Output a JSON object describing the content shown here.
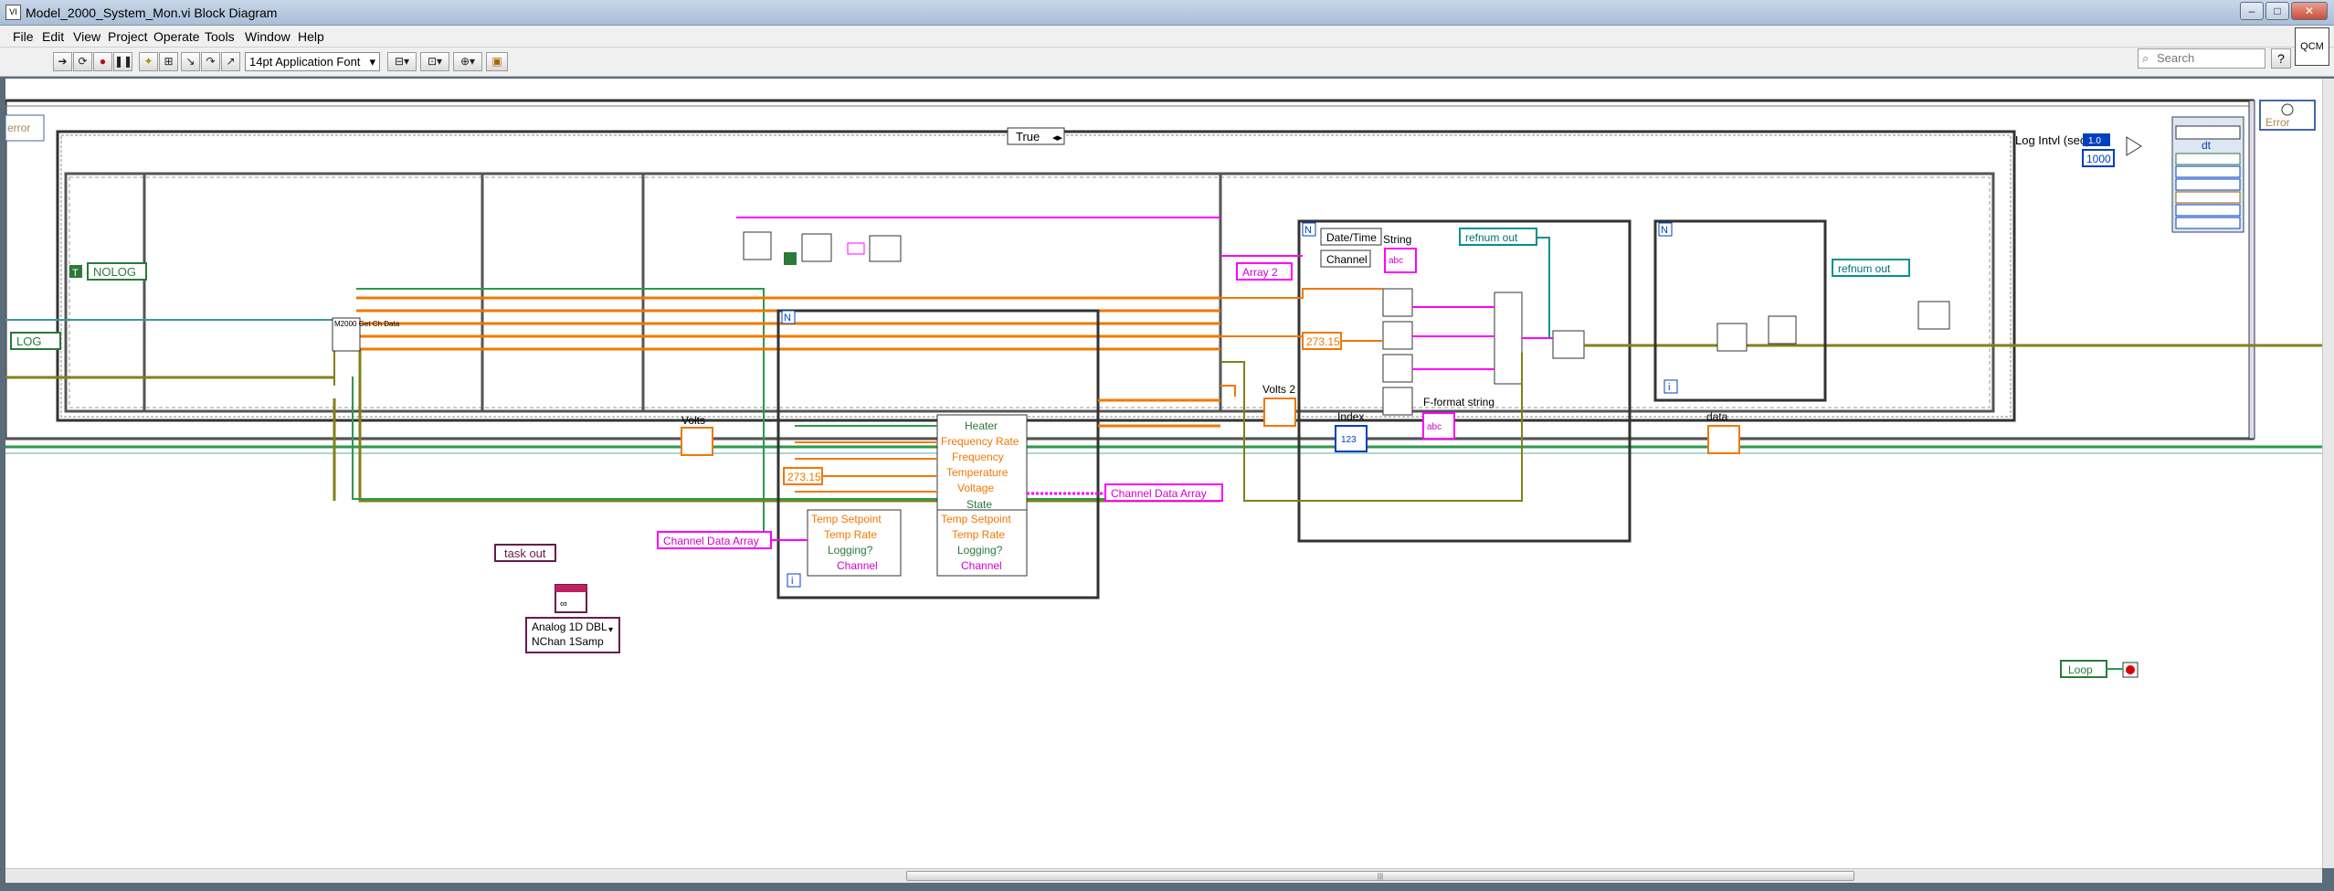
{
  "window": {
    "title": "Model_2000_System_Mon.vi Block Diagram",
    "app_icon": "VI",
    "minimize": "–",
    "maximize": "□",
    "close": "✕",
    "corner_tile": "QCM"
  },
  "menu": [
    "File",
    "Edit",
    "View",
    "Project",
    "Operate",
    "Tools",
    "Window",
    "Help"
  ],
  "toolbar": {
    "buttons": [
      "run-arrow-icon",
      "run-continuous-icon",
      "abort-icon",
      "pause-icon",
      "highlight-execution-icon",
      "retain-wire-values-icon",
      "step-into-icon",
      "step-over-icon",
      "step-out-icon",
      "align-icon",
      "distribute-icon",
      "reorder-icon",
      "cleanup-icon"
    ],
    "font_label": "14pt Application Font",
    "search_placeholder": "Search",
    "help_label": "?"
  },
  "diagram": {
    "case_selector": "True",
    "left_error_label": "error",
    "log_label": "LOG",
    "nolog_label": "NOLOG",
    "bool_constant": "T",
    "get_data_node": "M2000 Get Ch Data",
    "task_out": "task out",
    "analog_select": [
      "Analog 1D DBL",
      "NChan 1Samp"
    ],
    "volts_label": "Volts",
    "constant_27315": "273.15",
    "channel_data_array_left": "Channel Data Array",
    "channel_data_array_right": "Channel Data Array",
    "bundle_top": [
      "Heater",
      "Frequency Rate",
      "Frequency",
      "Temperature",
      "Voltage",
      "State"
    ],
    "bundle_bottom_left": [
      "Temp Setpoint",
      "Temp Rate",
      "Logging?",
      "Channel"
    ],
    "bundle_bottom_right": [
      "Temp Setpoint",
      "Temp Rate",
      "Logging?",
      "Channel"
    ],
    "array2_label": "Array 2",
    "date_time_label": "Date/Time",
    "channel_label": "Channel",
    "string_label": "String",
    "refnum_out_1": "refnum out",
    "refnum_out_2": "refnum out",
    "constant_27315_b": "273.15",
    "volts2_label": "Volts 2",
    "index_label": "Index",
    "index_value": "123",
    "fformat_label": "F-format string",
    "data_label": "data",
    "log_intvl_label": "Log Intvl (sec)",
    "constant_1000": "1000",
    "dbl_label": "1.0",
    "dt_label": "dt",
    "error_label_right": "Error",
    "loop_label": "Loop",
    "n_label": "N",
    "i_label": "i",
    "abc_label": "abc"
  },
  "colors": {
    "orange_wire": "#f07800",
    "pink_wire": "#ff00ff",
    "green_wire": "#00a050",
    "olive_wire": "#80801a",
    "blue_wire": "#0050ff",
    "teal_wire": "#009090",
    "structure_border": "#555555"
  }
}
